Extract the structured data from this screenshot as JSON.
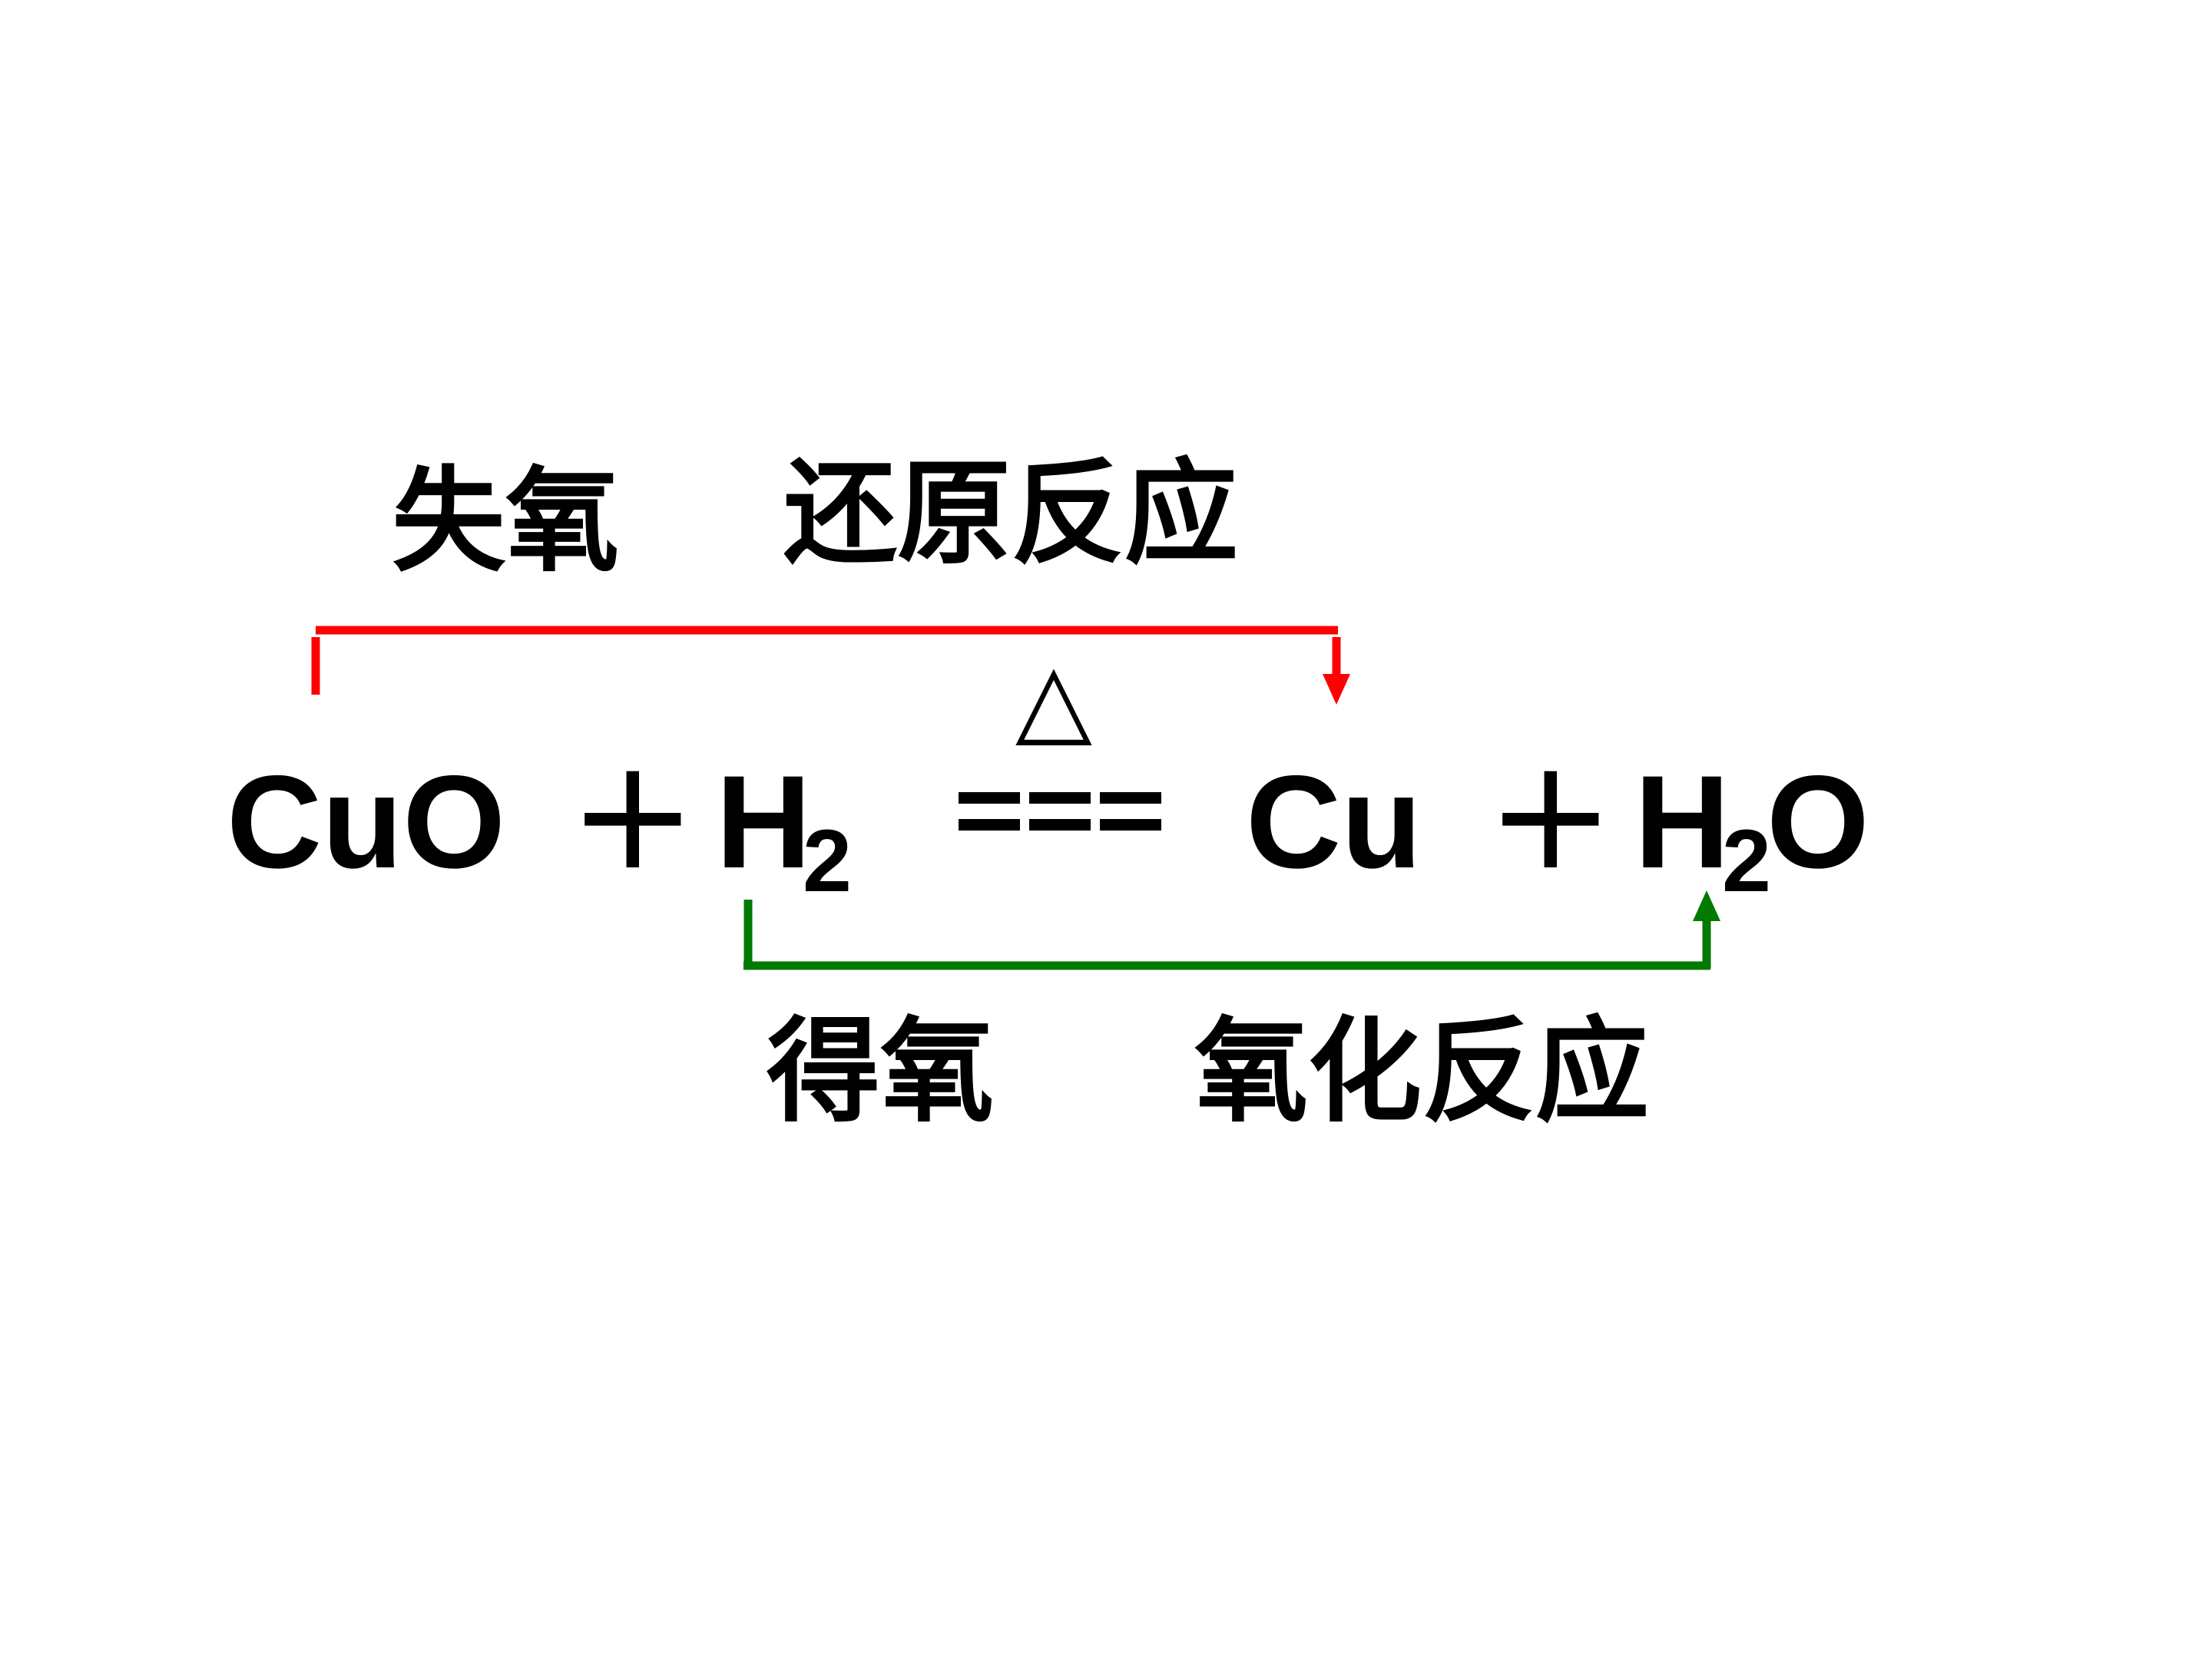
{
  "top": {
    "loss_label": "失氧",
    "reaction_label": "还原反应",
    "color": "#ff0000"
  },
  "bottom": {
    "gain_label": "得氧",
    "reaction_label": "氧化反应",
    "color": "#007a00"
  },
  "equation": {
    "reactant1": "CuO",
    "plus1": "+",
    "reactant2_element": "H",
    "reactant2_subscript": "2",
    "condition": "△",
    "product1": "Cu",
    "plus2": "+",
    "product2_element": "H",
    "product2_subscript": "2",
    "product2_tail": "O"
  }
}
